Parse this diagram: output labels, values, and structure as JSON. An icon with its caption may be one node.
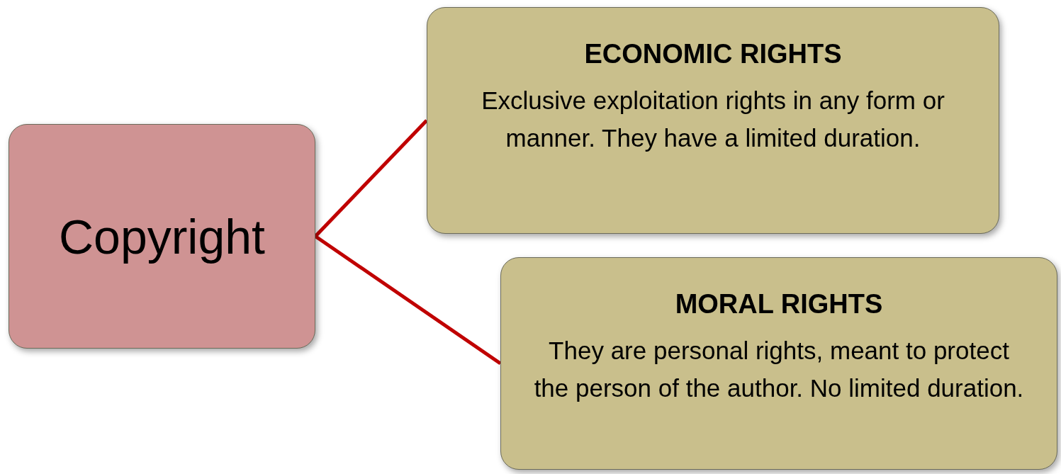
{
  "diagram": {
    "nodes": [
      {
        "text": [
          "Copyright"
        ]
      },
      {
        "text": [
          "ECONOMIC RIGHTS",
          "Exclusive exploitation rights in any form or manner. They  have a limited duration."
        ]
      },
      {
        "text": [
          "MORAL RIGHTS",
          "They are personal rights, meant to protect the person of the author. No limited duration."
        ]
      }
    ],
    "edges": [
      {
        "from": 0,
        "to": 1,
        "arrow": "none"
      },
      {
        "from": 0,
        "to": 2,
        "arrow": "none"
      }
    ]
  }
}
